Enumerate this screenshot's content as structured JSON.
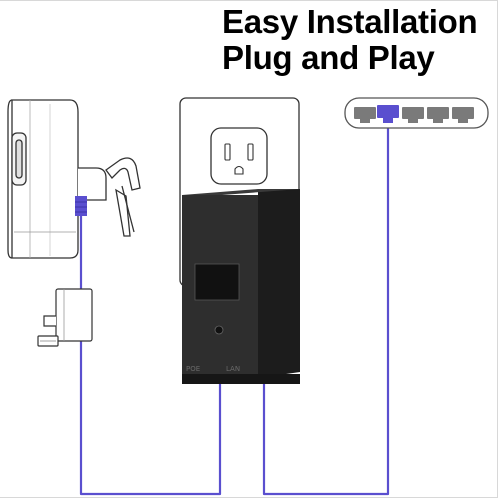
{
  "headline": {
    "line1": "Easy Installation",
    "line2": "Plug and Play"
  },
  "injector": {
    "poe_port_label": "POE",
    "lan_port_label": "LAN"
  },
  "colors": {
    "cable": "#5a4fcf",
    "injector_body": "#2b2b2b",
    "wall_plate": "#ffffff",
    "switch_port": "#7a7a7a",
    "active_port": "#5a4fcf"
  },
  "icons": [
    "security-camera-icon",
    "camera-mount-bracket-icon",
    "wall-outlet-icon",
    "poe-injector-icon",
    "network-switch-icon"
  ]
}
